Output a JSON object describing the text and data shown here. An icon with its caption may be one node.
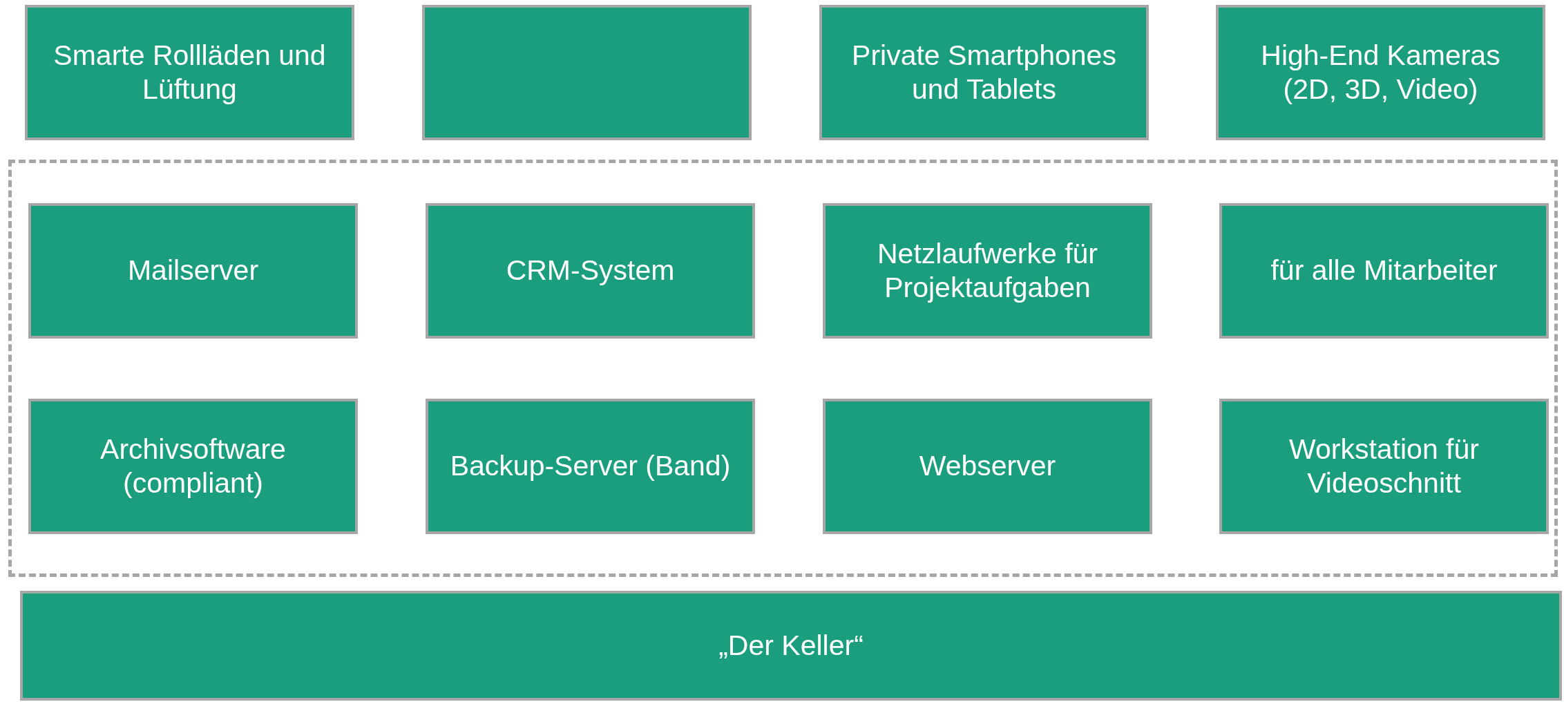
{
  "diagram": {
    "nodes": [
      {
        "text": [
          "Smarte Rollläden und Lüftung"
        ]
      },
      {
        "text": [],
        "shape": "box"
      },
      {
        "text": [
          "Private Smartphones und Tablets"
        ]
      },
      {
        "text": [
          "High-End Kameras (2D, 3D, Video)"
        ]
      },
      {
        "text": [],
        "shape": "dashed-box"
      },
      {
        "text": [
          "Mailserver"
        ],
        "in": 4
      },
      {
        "text": [
          "CRM-System"
        ],
        "in": 4
      },
      {
        "text": [
          "Netzlaufwerke für Projektaufgaben"
        ],
        "in": 4
      },
      {
        "text": [
          "für alle Mitarbeiter"
        ],
        "in": 4
      },
      {
        "text": [
          "Archivsoftware (compliant)"
        ],
        "in": 4
      },
      {
        "text": [
          "Backup-Server (Band)"
        ],
        "in": 4
      },
      {
        "text": [
          "Webserver"
        ],
        "in": 4
      },
      {
        "text": [
          "Workstation für Videoschnitt"
        ],
        "in": 4
      },
      {
        "text": [
          "„Der Keller“"
        ]
      }
    ]
  }
}
